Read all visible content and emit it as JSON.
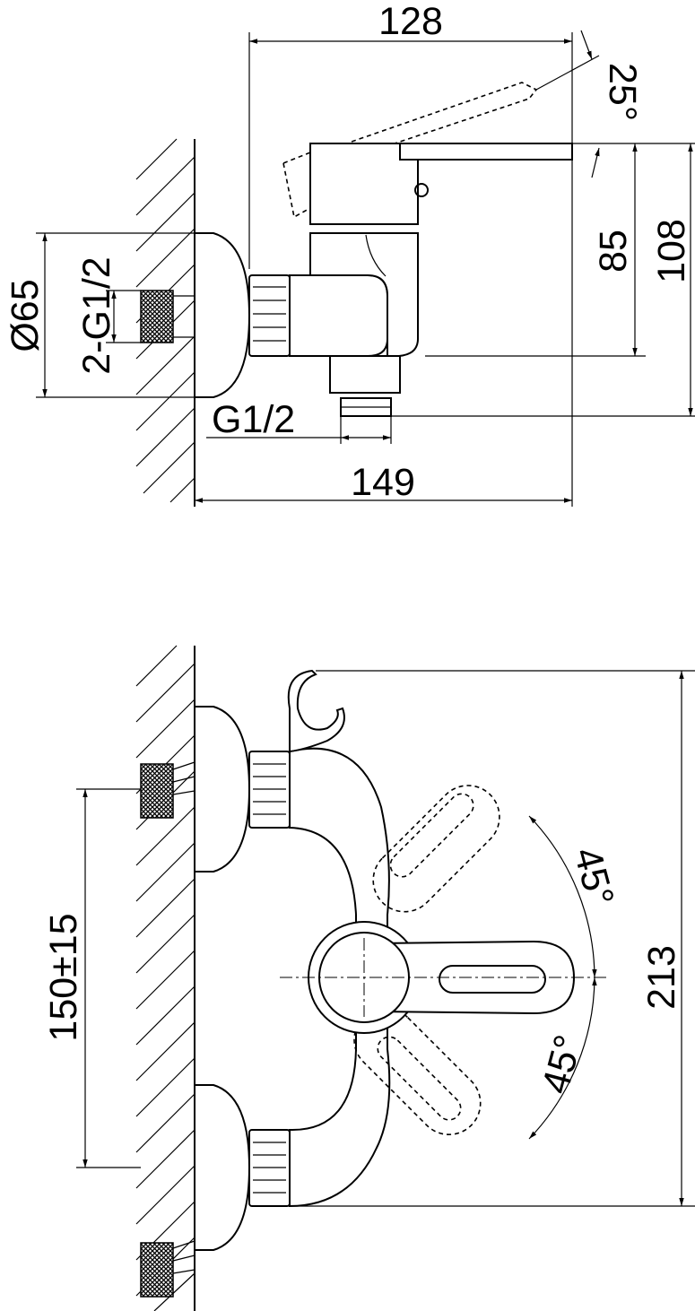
{
  "dimensions": {
    "top_width": "128",
    "lever_angle": "25°",
    "height_85": "85",
    "height_108": "108",
    "wall_flange_diameter": "Ø65",
    "inlet_thread": "2-G1/2",
    "outlet_thread": "G1/2",
    "depth_149": "149",
    "inlet_spacing": "150±15",
    "total_height": "213",
    "rotation_angle_top": "45°",
    "rotation_angle_bottom": "45°"
  },
  "colors": {
    "line": "#000000",
    "background": "#ffffff"
  }
}
